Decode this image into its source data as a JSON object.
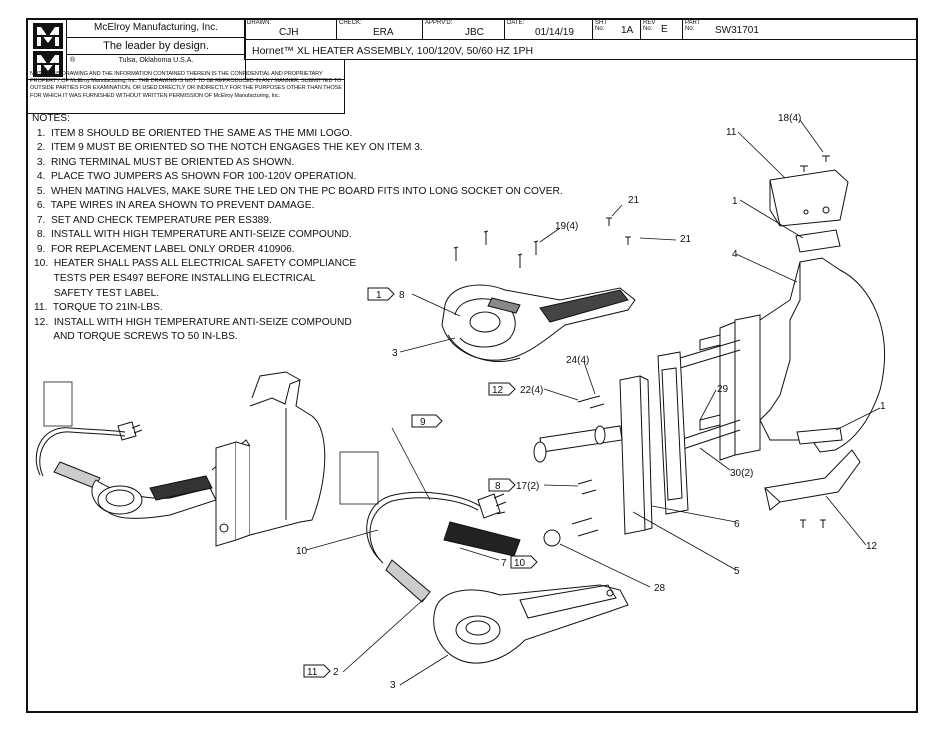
{
  "title_block": {
    "company": "McElroy Manufacturing, Inc.",
    "tagline": "The leader by design.",
    "location": "Tulsa, Oklahoma U.S.A.",
    "registered_mark": "®",
    "logo_text": "MMI",
    "drawn_label": "DRAWN:",
    "drawn_value": "CJH",
    "check_label": "CHECK:",
    "check_value": "ERA",
    "apprvd_label": "APPRV'D:",
    "apprvd_value": "JBC",
    "date_label": "DATE:",
    "date_value": "01/14/19",
    "sht_label": "SHT No:",
    "sht_value": "1A",
    "rev_label": "REV No:",
    "rev_value": "E",
    "part_label": "PART No:",
    "part_value": "SW31701",
    "description": "Hornet™ XL HEATER ASSEMBLY, 100/120V, 50/60 HZ 1PH",
    "confidential_note": "NOTE: THIS DRAWING AND THE INFORMATION CONTAINED THEREIN IS THE CONFIDENTIAL AND PROPRIETARY PROPERTY OF McElroy Manufacturing, Inc. THE DRAWING IS NOT TO BE REPRODUCED IN ANY MANNER, SUBMITTED TO OUTSIDE PARTIES FOR EXAMINATION, OR USED DIRECTLY OR INDIRECTLY FOR THE PURPOSES OTHER THAN THOSE FOR WHICH IT WAS FURNISHED WITHOUT WRITTEN PERMISSION OF McElroy Manufacturing, Inc."
  },
  "notes": {
    "heading": "NOTES:",
    "items": [
      " 1.  ITEM 8 SHOULD BE ORIENTED THE SAME AS THE MMI LOGO.",
      " 2.  ITEM 9 MUST BE ORIENTED SO THE NOTCH ENGAGES THE KEY ON ITEM 3.",
      " 3.  RING TERMINAL MUST BE ORIENTED AS SHOWN.",
      " 4.  PLACE TWO JUMPERS AS SHOWN FOR 100-120V OPERATION.",
      " 5.  WHEN MATING HALVES, MAKE SURE THE LED ON THE PC BOARD FITS INTO LONG SOCKET ON COVER.",
      " 6.  TAPE WIRES IN AREA SHOWN TO PREVENT DAMAGE.",
      " 7.  SET AND CHECK TEMPERATURE PER ES389.",
      " 8.  INSTALL WITH HIGH TEMPERATURE ANTI-SEIZE COMPOUND.",
      " 9.  FOR REPLACEMENT LABEL ONLY ORDER 410906.",
      "10.  HEATER SHALL PASS ALL ELECTRICAL SAFETY COMPLIANCE",
      "       TESTS PER ES497 BEFORE INSTALLING ELECTRICAL",
      "       SAFETY TEST LABEL.",
      "11.  TORQUE TO 21IN-LBS.",
      "12.  INSTALL WITH HIGH TEMPERATURE ANTI-SEIZE COMPOUND",
      "       AND TORQUE SCREWS TO 50 IN-LBS."
    ]
  },
  "callouts": {
    "c11_top": "11",
    "c18": "18(4)",
    "c1_top": "1",
    "c21_a": "21",
    "c21_b": "21",
    "c19": "19(4)",
    "c4": "4",
    "flag1": "1",
    "c8": "8",
    "c3_top": "3",
    "c24": "24(4)",
    "flag12": "12",
    "c22": "22(4)",
    "c29": "29",
    "c1_right": "1",
    "c30": "30(2)",
    "flag9": "9",
    "flag8": "8",
    "c17": "17(2)",
    "c6": "6",
    "c12": "12",
    "c10": "10",
    "c7": "7",
    "flag10": "10",
    "c28": "28",
    "c5": "5",
    "flag11": "11",
    "c2": "2",
    "c3_bottom": "3"
  }
}
